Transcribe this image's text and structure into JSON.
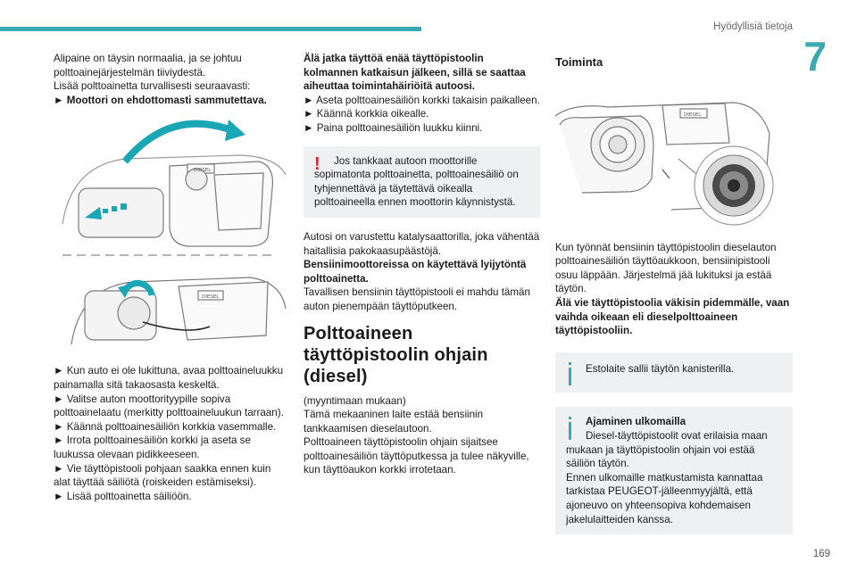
{
  "header": {
    "section_title": "Hyödyllisiä tietoja",
    "chapter_number": "7",
    "page_number": "169",
    "accent_color": "#3aa9b4"
  },
  "col1": {
    "intro_1": "Alipaine on täysin normaalia, ja se johtuu polttoainejärjestelmän tiiviydestä.",
    "intro_2": "Lisää polttoainetta turvallisesti seuraavasti:",
    "bullet_engine_off": "Moottori on ehdottomasti sammutettava.",
    "figure_labels": [
      "DIESEL",
      "DIESEL"
    ],
    "steps": [
      "Kun auto ei ole lukittuna, avaa polttoaineluukku painamalla sitä takaosasta keskeltä.",
      "Valitse auton moottorityypille sopiva polttoainelaatu (merkitty polttoaineluukun tarraan).",
      "Käännä polttoainesäiliön korkkia vasemmalle.",
      "Irrota polttoainesäiliön korkki ja aseta se luukussa olevaan pidikkeeseen.",
      "Vie täyttöpistooli pohjaan saakka ennen kuin alat täyttää säiliötä (roiskeiden estämiseksi).",
      "Lisää polttoainetta säiliöön."
    ]
  },
  "col2": {
    "warning_bold": "Älä jatka täyttöä enää täyttöpistoolin kolmannen katkaisun jälkeen, sillä se saattaa aiheuttaa toimintahäiriöitä autoosi.",
    "steps": [
      "Aseta polttoainesäiliön korkki takaisin paikalleen.",
      "Käännä korkkia oikealle.",
      "Paina polttoainesäiliön luukku kiinni."
    ],
    "warning_note": "Jos tankkaat autoon moottorille sopimatonta polttoainetta, polttoainesäiliö on tyhjennettävä ja täytettävä oikealla polttoaineella ennen moottorin käynnistystä.",
    "catalyst_1": "Autosi on varustettu katalysaattorilla, joka vähentää haitallisia pakokaasupäästöjä.",
    "catalyst_bold": "Bensiinimoottoreissa on käytettävä lyijytöntä polttoainetta.",
    "catalyst_2": "Tavallisen bensiinin täyttöpistooli ei mahdu tämän auton pienempään täyttöputkeen.",
    "heading": "Polttoaineen täyttöpistoolin ohjain (diesel)",
    "availability": "(myyntimaan mukaan)",
    "desc_1": "Tämä mekaaninen laite estää bensiinin tankkaamisen dieselautoon.",
    "desc_2": "Polttoaineen täyttöpistoolin ohjain sijaitsee polttoainesäiliön täyttöputkessa ja tulee näkyville, kun täyttöaukon korkki irrotetaan."
  },
  "col3": {
    "heading": "Toiminta",
    "figure_label": "DIESEL",
    "text_1": "Kun työnnät bensiinin täyttöpistoolin dieselauton polttoainesäiliön täyttöaukkoon, bensiinipistooli osuu läppään. Järjestelmä jää lukituksi ja estää täytön.",
    "text_bold": "Älä vie täyttöpistoolia väkisin pidemmälle, vaan vaihda oikeaan eli dieselpolttoaineen täyttöpistooliin.",
    "info_1": "Estolaite sallii täytön kanisterilla.",
    "info_2_title": "Ajaminen ulkomailla",
    "info_2_line1": "Diesel-täyttöpistoolit ovat erilaisia maan mukaan ja täyttöpistoolin ohjain voi estää säiliön täytön.",
    "info_2_line2": "Ennen ulkomaille matkustamista kannattaa tarkistaa PEUGEOT-jälleenmyyjältä, että ajoneuvo on yhteensopiva kohdemaisen jakelulaitteiden kanssa."
  }
}
